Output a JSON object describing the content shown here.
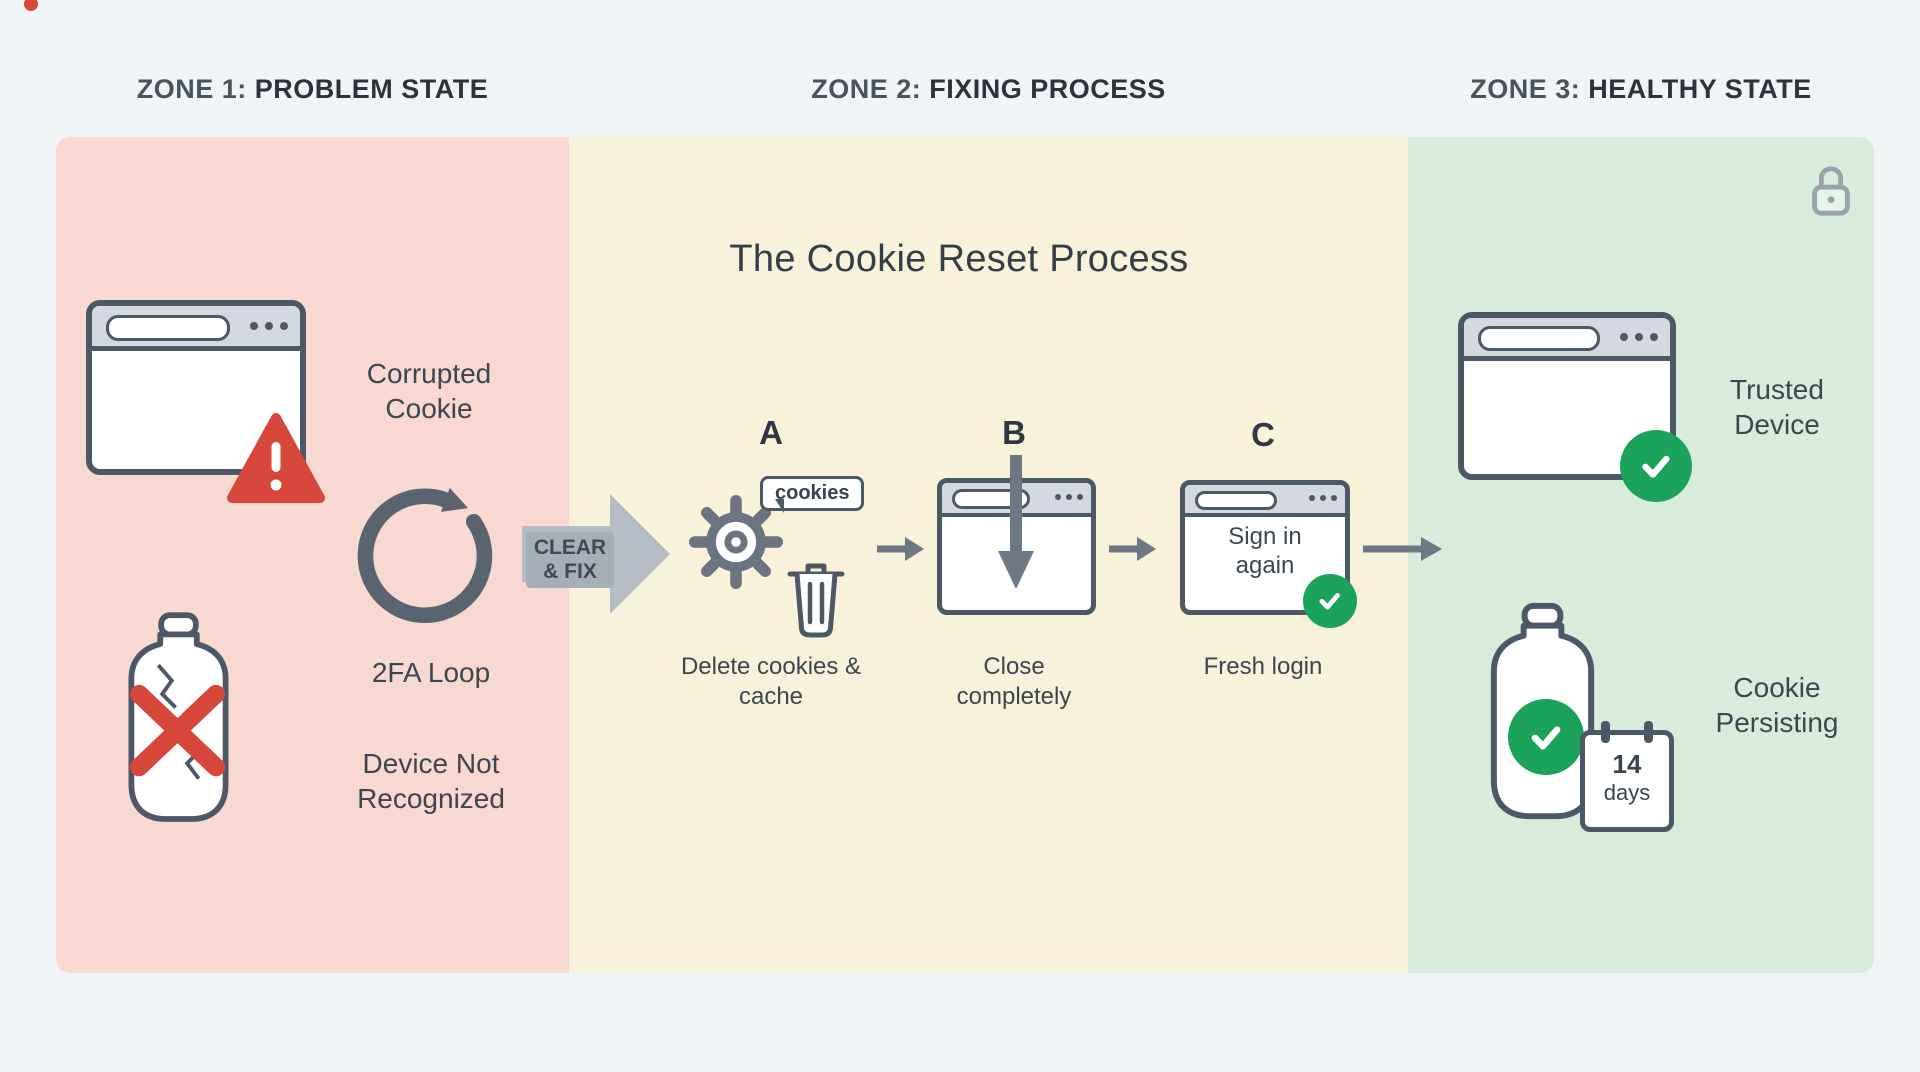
{
  "headers": {
    "zone1": {
      "prefix": "ZONE 1:",
      "title": "PROBLEM STATE"
    },
    "zone2": {
      "prefix": "ZONE 2:",
      "title": "FIXING PROCESS"
    },
    "zone3": {
      "prefix": "ZONE 3:",
      "title": "HEALTHY STATE"
    }
  },
  "zone1": {
    "corrupted_label": "Corrupted Cookie",
    "loop_label": "2FA Loop",
    "device_label": "Device Not Recognized"
  },
  "transition": {
    "label": "CLEAR & FIX"
  },
  "zone2": {
    "title": "The Cookie Reset Process",
    "steps": [
      {
        "letter": "A",
        "bubble": "cookies",
        "caption": "Delete cookies & cache"
      },
      {
        "letter": "B",
        "caption": "Close completely"
      },
      {
        "letter": "C",
        "window_text": "Sign in again",
        "caption": "Fresh login"
      }
    ]
  },
  "zone3": {
    "trusted_label": "Trusted Device",
    "persisting_label": "Cookie Persisting",
    "calendar": {
      "number": "14",
      "unit": "days"
    }
  },
  "colors": {
    "page-bg": "#f1f4f6",
    "zone1-bg": "#f8d9d1",
    "zone2-bg": "#f9f2da",
    "zone3-bg": "#d8ecdc",
    "ink": "#3c4651",
    "red": "#d8473b",
    "green": "#1ba25b",
    "icon-stroke": "#4d5866",
    "arrow-gray": "#6e7884",
    "big-arrow": "#b5bcc4"
  },
  "icons": {
    "zone1": [
      "browser-window-icon",
      "warning-triangle-icon",
      "refresh-loop-icon",
      "broken-cookie-jar-icon",
      "red-x-icon"
    ],
    "zone2": [
      "gear-icon",
      "speech-bubble-icon",
      "trash-icon",
      "browser-window-icon",
      "down-arrow-icon",
      "check-circle-icon",
      "right-arrow-icon"
    ],
    "zone3": [
      "lock-icon",
      "browser-window-icon",
      "check-circle-icon",
      "cookie-jar-icon",
      "calendar-icon"
    ]
  }
}
